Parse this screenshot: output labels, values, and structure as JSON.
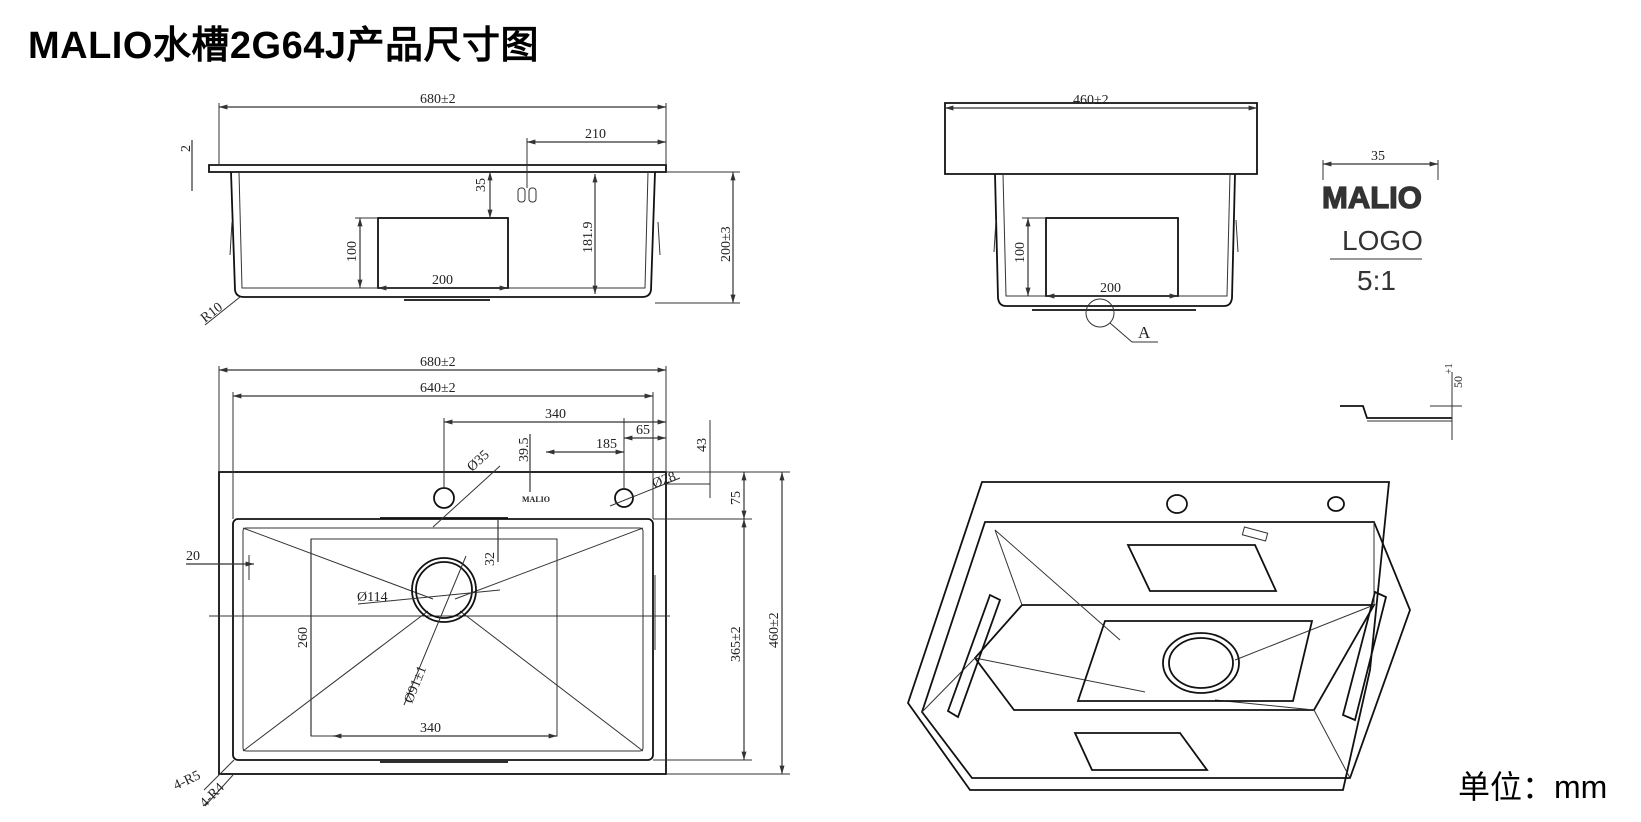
{
  "title": "MALIO水槽2G64J产品尺寸图",
  "unit": "单位：mm",
  "front_view": {
    "overall_width": "680±2",
    "offset_210": "210",
    "thickness": "2",
    "offset_35": "35",
    "height_181": "181.9",
    "height_200": "200±3",
    "window_h": "100",
    "window_w": "200",
    "radius": "R10"
  },
  "side_view": {
    "overall_width": "460±2",
    "window_h": "100",
    "window_w": "200",
    "detail": "A"
  },
  "logo_detail": {
    "width": "35",
    "brand": "MALIO",
    "caption": "LOGO",
    "scale": "5:1"
  },
  "edge_detail": {
    "value": "50",
    "tolerance": "+1"
  },
  "top_view": {
    "overall_width": "680±2",
    "inner_width": "640±2",
    "hole_span": "340",
    "logo_offset": "39.5",
    "hole_offset": "185",
    "edge_offset": "65",
    "depth_43": "43",
    "depth_75": "75",
    "hole_dia_35": "Ø35",
    "hole_dia_28": "Ø28",
    "edge_20": "20",
    "gap_32": "32",
    "drain_dia": "Ø114",
    "drain_inner": "Ø91±1",
    "grid_h": "260",
    "grid_w": "340",
    "bowl_depth": "365±2",
    "overall_depth": "460±2",
    "corner_r5": "4-R5",
    "corner_r4": "4-R4",
    "brand_mark": "MALIO"
  }
}
